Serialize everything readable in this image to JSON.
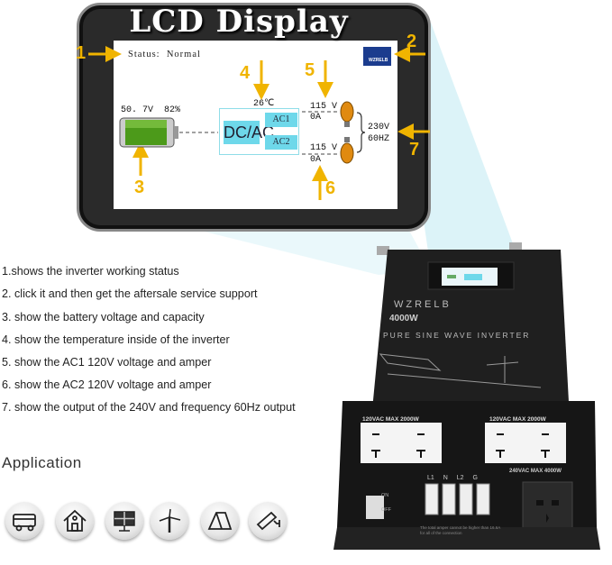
{
  "lcd": {
    "title": "LCD Display",
    "status_label": "Status:",
    "status_value": "Normal",
    "logo_text": "WZRELB",
    "battery_voltage": "50. 7V",
    "battery_percent": "82%",
    "battery_level_percent": 82,
    "temperature": "26℃",
    "converter_label": "DC/AC",
    "ac1_label": "AC1",
    "ac2_label": "AC2",
    "ac1_voltage": "115 V",
    "ac1_current": "0A",
    "ac2_voltage": "115 V",
    "ac2_current": "0A",
    "output_voltage": "230V",
    "output_frequency": "60HZ",
    "callouts": [
      "1",
      "2",
      "3",
      "4",
      "5",
      "6",
      "7"
    ]
  },
  "descriptions": [
    "1.shows the inverter working status",
    "2. click it and then get the aftersale service support",
    "3. show the battery voltage and capacity",
    "4. show the temperature inside of the inverter",
    "5. show the AC1 120V voltage and amper",
    "6. show the AC2 120V voltage and amper",
    "7. show the output of the 240V and frequency 60Hz output"
  ],
  "application": {
    "heading": "Application",
    "icons": [
      "rv-icon",
      "house-icon",
      "solar-panel-icon",
      "wind-turbine-icon",
      "tent-icon",
      "security-camera-icon"
    ]
  },
  "inverter": {
    "brand": "WZRELB",
    "power": "4000W",
    "type": "PURE SINE WAVE INVERTER",
    "outlet1_label": "120VAC MAX 2000W",
    "outlet2_label": "120VAC MAX 2000W",
    "outlet3_label": "240VAC MAX 4000W",
    "switch_on": "ON",
    "switch_off": "OFF",
    "terminals": [
      "L1",
      "N",
      "L2",
      "G"
    ],
    "warning": "The total amper cannot be higher than 16.6A for all of the connection"
  },
  "colors": {
    "callout": "#f0b400",
    "lcd_cyan": "#6ed8ea",
    "battery": "#4c9a1a",
    "body": "#1c1c1c"
  }
}
